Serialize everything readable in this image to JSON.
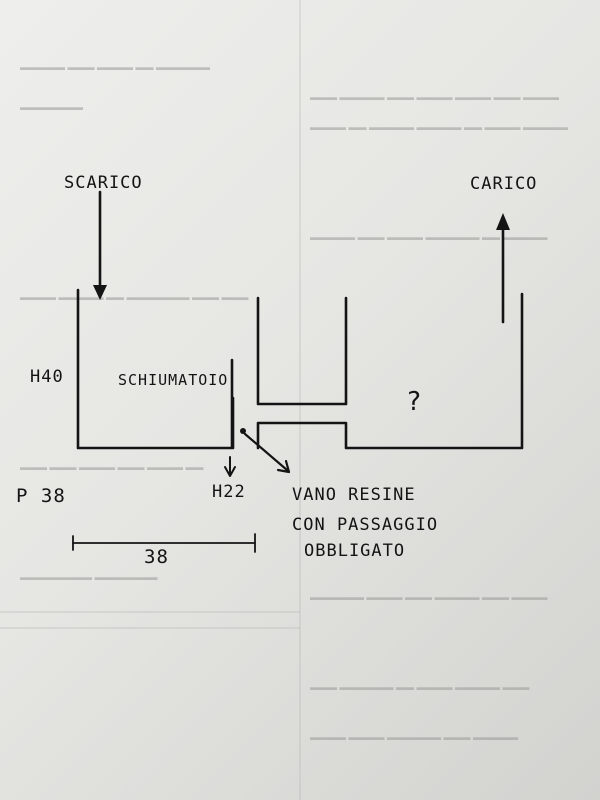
{
  "labels": {
    "scarico": "SCARICO",
    "carico": "CARICO",
    "h40": "H40",
    "schiumatoio": "SCHIUMATOIO",
    "question": "?",
    "h22": "H22",
    "p38": "P 38",
    "vano_line1": "VANO RESINE",
    "vano_line2": "CON PASSAGGIO",
    "vano_line3": "OBBLIGATO",
    "width_38": "38"
  },
  "colors": {
    "ink": "#141414",
    "paper": "#ececea"
  }
}
